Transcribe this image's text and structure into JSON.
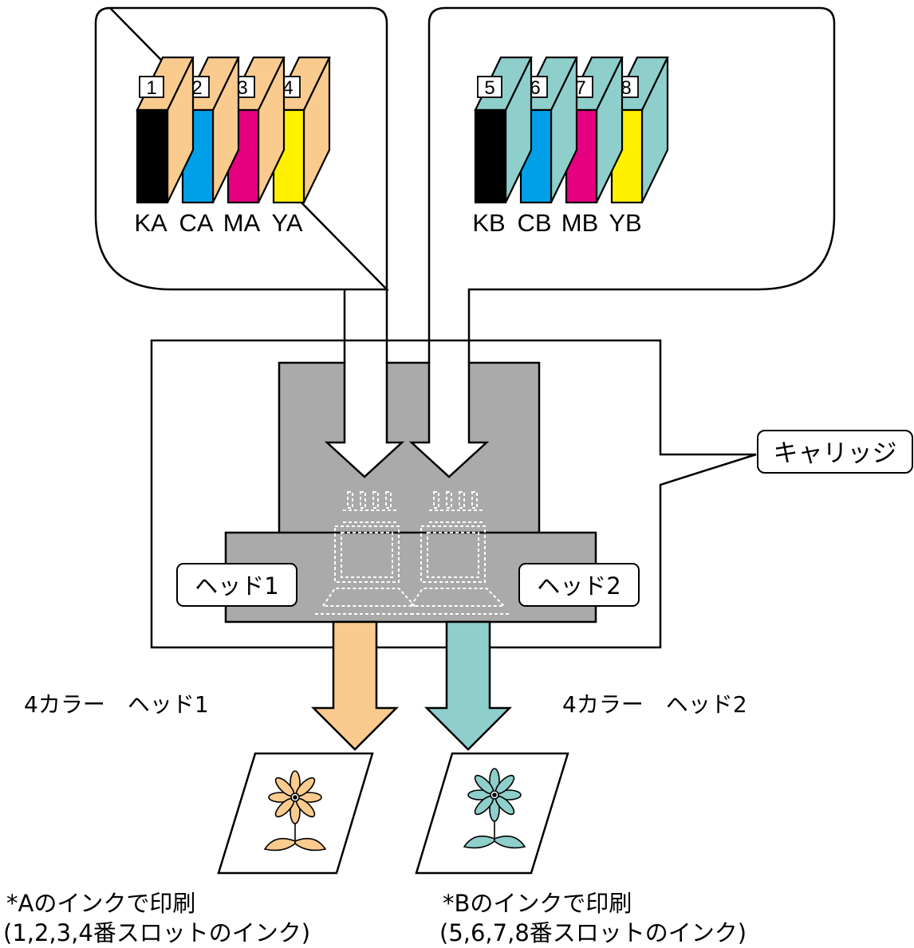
{
  "group_a": {
    "slots": [
      {
        "num": "1",
        "code": "KA",
        "color": "#000000"
      },
      {
        "num": "2",
        "code": "CA",
        "color": "#00a0e9"
      },
      {
        "num": "3",
        "code": "MA",
        "color": "#e4007f"
      },
      {
        "num": "4",
        "code": "YA",
        "color": "#fff100"
      }
    ],
    "case_color": "#f9cb8e",
    "head_label": "ヘッド1",
    "mode_label": "4カラー　ヘッド1",
    "print_line1": "*Aのインクで印刷",
    "print_line2": "(1,2,3,4番スロットのインク)"
  },
  "group_b": {
    "slots": [
      {
        "num": "5",
        "code": "KB",
        "color": "#000000"
      },
      {
        "num": "6",
        "code": "CB",
        "color": "#00a0e9"
      },
      {
        "num": "7",
        "code": "MB",
        "color": "#e4007f"
      },
      {
        "num": "8",
        "code": "YB",
        "color": "#fff100"
      }
    ],
    "case_color": "#8ecfcc",
    "head_label": "ヘッド2",
    "mode_label": "4カラー　ヘッド2",
    "print_line1": "*Bのインクで印刷",
    "print_line2": "(5,6,7,8番スロットのインク)"
  },
  "carriage_label": "キャリッジ",
  "colors": {
    "carriage_gray": "#aaaaaa",
    "outline": "#000000"
  }
}
